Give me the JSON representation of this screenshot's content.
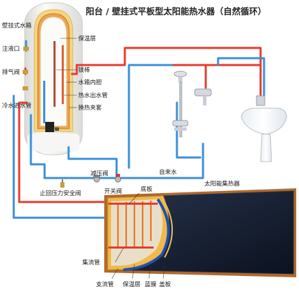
{
  "title": "阳台 / 壁挂式平板型太阳能热水器（自然循环）",
  "labels": {
    "wall_tank": "壁挂式水箱",
    "fill_port": "注液口",
    "vent_valve": "排气阀",
    "cold_in": "冷水进水管",
    "insulation_top": "保温层",
    "mg_rod": "镁棒",
    "inner_tank": "水箱内胆",
    "hot_out": "热水出水管",
    "heat_exchange": "换热夹套",
    "tap_water": "自来水",
    "pressure_valve": "减压阀",
    "check_valve": "止回压力安全阀",
    "switch_valve": "开关阀",
    "bottom_plate": "底板",
    "collector": "太阳能集热器",
    "header_pipe": "集流管",
    "branch_pipe": "支流管",
    "insulation_bottom": "保温层",
    "blue_film": "蓝膜",
    "cover_plate": "盖板"
  },
  "colors": {
    "hot_pipe": "#e53b2c",
    "cold_pipe": "#3b8fd8",
    "collector_dark": "#111a2a",
    "tank_body": "#f3f3f1",
    "insulation": "#f2d27a",
    "frame": "#e7a93a"
  }
}
